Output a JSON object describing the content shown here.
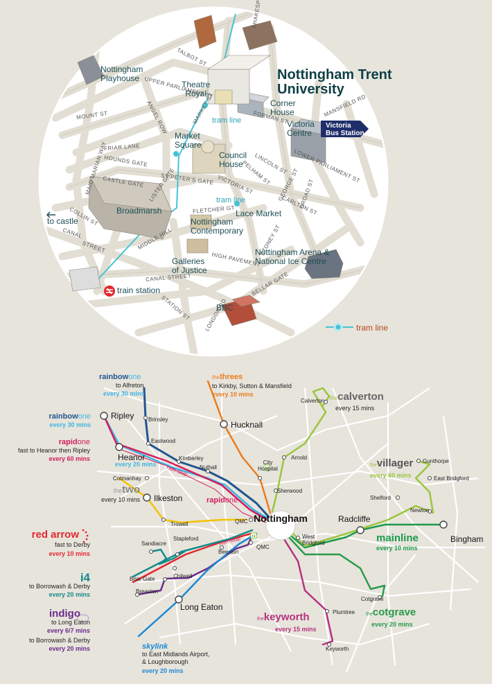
{
  "city_map": {
    "university": {
      "line1": "Nottingham Trent",
      "line2": "University"
    },
    "places": {
      "playhouse": [
        "Nottingham",
        "Playhouse"
      ],
      "theatre": [
        "Theatre",
        "Royal"
      ],
      "corner_house": [
        "Corner",
        "House"
      ],
      "victoria_centre": [
        "Victoria",
        "Centre"
      ],
      "market_square": [
        "Market",
        "Square"
      ],
      "council_house": [
        "Council",
        "House"
      ],
      "broadmarsh": "Broadmarsh",
      "lace_market": "Lace Market",
      "contemporary": [
        "Nottingham",
        "Contemporary"
      ],
      "galleries": [
        "Galleries",
        "of Justice"
      ],
      "arena": [
        "Nottingham Arena &",
        "National Ice Centre"
      ],
      "train_station": "train station",
      "bbc": "BBC",
      "to_castle": "to castle",
      "tram1": "tram line",
      "tram2": "tram line"
    },
    "bus_station": [
      "Victoria",
      "Bus Station"
    ],
    "streets": {
      "shakespeare": "SHAKESPEARE ST",
      "talbot": "TALBOT ST",
      "upper_parl": "UPPER PARLIAMENT ST",
      "market": "MARKET ST",
      "forman": "FORMAN ST",
      "mansfield": "MANSFIELD RD",
      "mount": "MOUNT ST",
      "angel": "ANGEL ROW",
      "maid": "MAID MARIAN WAY",
      "friar": "FRIAR LANE",
      "hounds": "HOUNDS GATE",
      "castle": "CASTLE GATE",
      "lister": "LISTER GATE",
      "peters": "ST PETER'S GATE",
      "victoria": "VICTORIA ST",
      "pelham": "PELHAM ST",
      "lincoln": "LINCOLN ST",
      "lower_parl": "LOWER PARLIAMENT ST",
      "george": "GEORGE ST",
      "broad": "BROAD ST",
      "carlton": "CARLTON ST",
      "fletcher": "FLETCHER GT",
      "collin": "COLLIN ST",
      "middle_hill": "MIDDLE HILL",
      "canal1": "CANAL",
      "street1": "STREET",
      "stoney": "STONEY ST",
      "high_pavement": "HIGH PAVEMENT",
      "canal_street": "CANAL STREET",
      "bellar": "BELLAR GATE",
      "station": "STATION ST",
      "london": "LONDON RD"
    },
    "legend": "tram line"
  },
  "bus_map": {
    "center": "Nottingham",
    "towns": {
      "ripley": "Ripley",
      "hucknall": "Hucknall",
      "heanor": "Heanor",
      "ilkeston": "Ilkeston",
      "radcliffe": "Radcliffe",
      "bingham": "Bingham",
      "long_eaton": "Long Eaton"
    },
    "stops": {
      "brinsley": "Brinsley",
      "eastwood": "Eastwood",
      "kimberley": "Kimberley",
      "nuthall": "Nuthall",
      "cotmanhay": "Cotmanhay",
      "trowell": "Trowell",
      "stapleford": "Stapleford",
      "sandiacre": "Sandiacre",
      "beeston": "Beeston",
      "chilwell": "Chilwell",
      "briar": "Briar Gate",
      "breaston": "Breaston",
      "calverton": "Calverton",
      "arnold": "Arnold",
      "city_hospital": [
        "City",
        "Hospital"
      ],
      "sherwood": "Sherwood",
      "qmc1": "QMC",
      "qmc2": "QMC",
      "west_bridgford": [
        "West",
        "Bridgford"
      ],
      "plumtree": "Plumtree",
      "keyworth": "Keyworth",
      "cotgrave": "Cotgrave",
      "gunthorpe": "Gunthorpe",
      "east_bridgford": "East Bridgford",
      "shelford": "Shelford",
      "newton": "Newton"
    },
    "non_stop": [
      "non-stop",
      "non-stop"
    ],
    "routes": {
      "rainbowone_top": {
        "brand_a": "rainbow",
        "brand_b": "one",
        "desc": "to Alfreton",
        "freq": "every 30 mins"
      },
      "threes": {
        "prefix": "the",
        "brand": "threes",
        "desc": "to Kirkby, Sutton & Mansfield",
        "freq": "every 10 mins"
      },
      "rainbowone_left": {
        "brand_a": "rainbow",
        "brand_b": "one",
        "freq": "every 30 mins"
      },
      "rapidone_left": {
        "brand_a": "rapid",
        "brand_b": "one",
        "desc": "fast to Heanor then Ripley",
        "freq": "every 60 mins"
      },
      "heanor_freq": "every 20 mins",
      "two": {
        "prefix": "the",
        "brand": "two",
        "freq": "every 10 mins"
      },
      "rapidone_map": {
        "brand_a": "rapid",
        "brand_b": "one"
      },
      "redarrow": {
        "brand": "red arrow",
        "desc": "fast to Derby",
        "freq": "every 10 mins"
      },
      "i4": {
        "brand": "i4",
        "desc": "to Borrowash & Derby",
        "freq": "every 20 mins"
      },
      "indigo": {
        "brand": "indigo",
        "desc1": "to Long Eaton",
        "freq1": "every 6/7 mins",
        "desc2": "to Borrowash & Derby",
        "freq2": "every 20 mins"
      },
      "skylink": {
        "brand": "skylink",
        "desc1": "to East Midlands Airport,",
        "desc2": "& Loughborough",
        "freq": "every 20 mins"
      },
      "calverton": {
        "prefix": "the",
        "brand": "calverton",
        "freq": "every 15 mins"
      },
      "villager": {
        "prefix": "the",
        "brand": "villager",
        "freq": "every 60 mins"
      },
      "mainline": {
        "brand": "mainline",
        "freq": "every 10 mins"
      },
      "keyworth": {
        "prefix": "the",
        "brand": "keyworth",
        "freq": "every 15 mins"
      },
      "cotgrave": {
        "prefix": "the",
        "brand": "cotgrave",
        "freq": "every 20 mins"
      }
    }
  },
  "colors": {
    "teal": "#1d4d55",
    "navy": "#1f2d6b",
    "tram": "#45c4d6",
    "rainbow_blue": "#21558f",
    "rainbow_light": "#3fb5e1",
    "rapid": "#d41c5c",
    "red": "#e3272e",
    "threes": "#e87d1e",
    "two": "#f2c200",
    "calverton": "#9bc53d",
    "villager": "#9bc53d",
    "mainline": "#1a9a4a",
    "keyworth": "#b6327e",
    "cotgrave": "#2a9a4a",
    "i4": "#138a8a",
    "indigo": "#6a2a8c",
    "skylink": "#1e88d2"
  }
}
